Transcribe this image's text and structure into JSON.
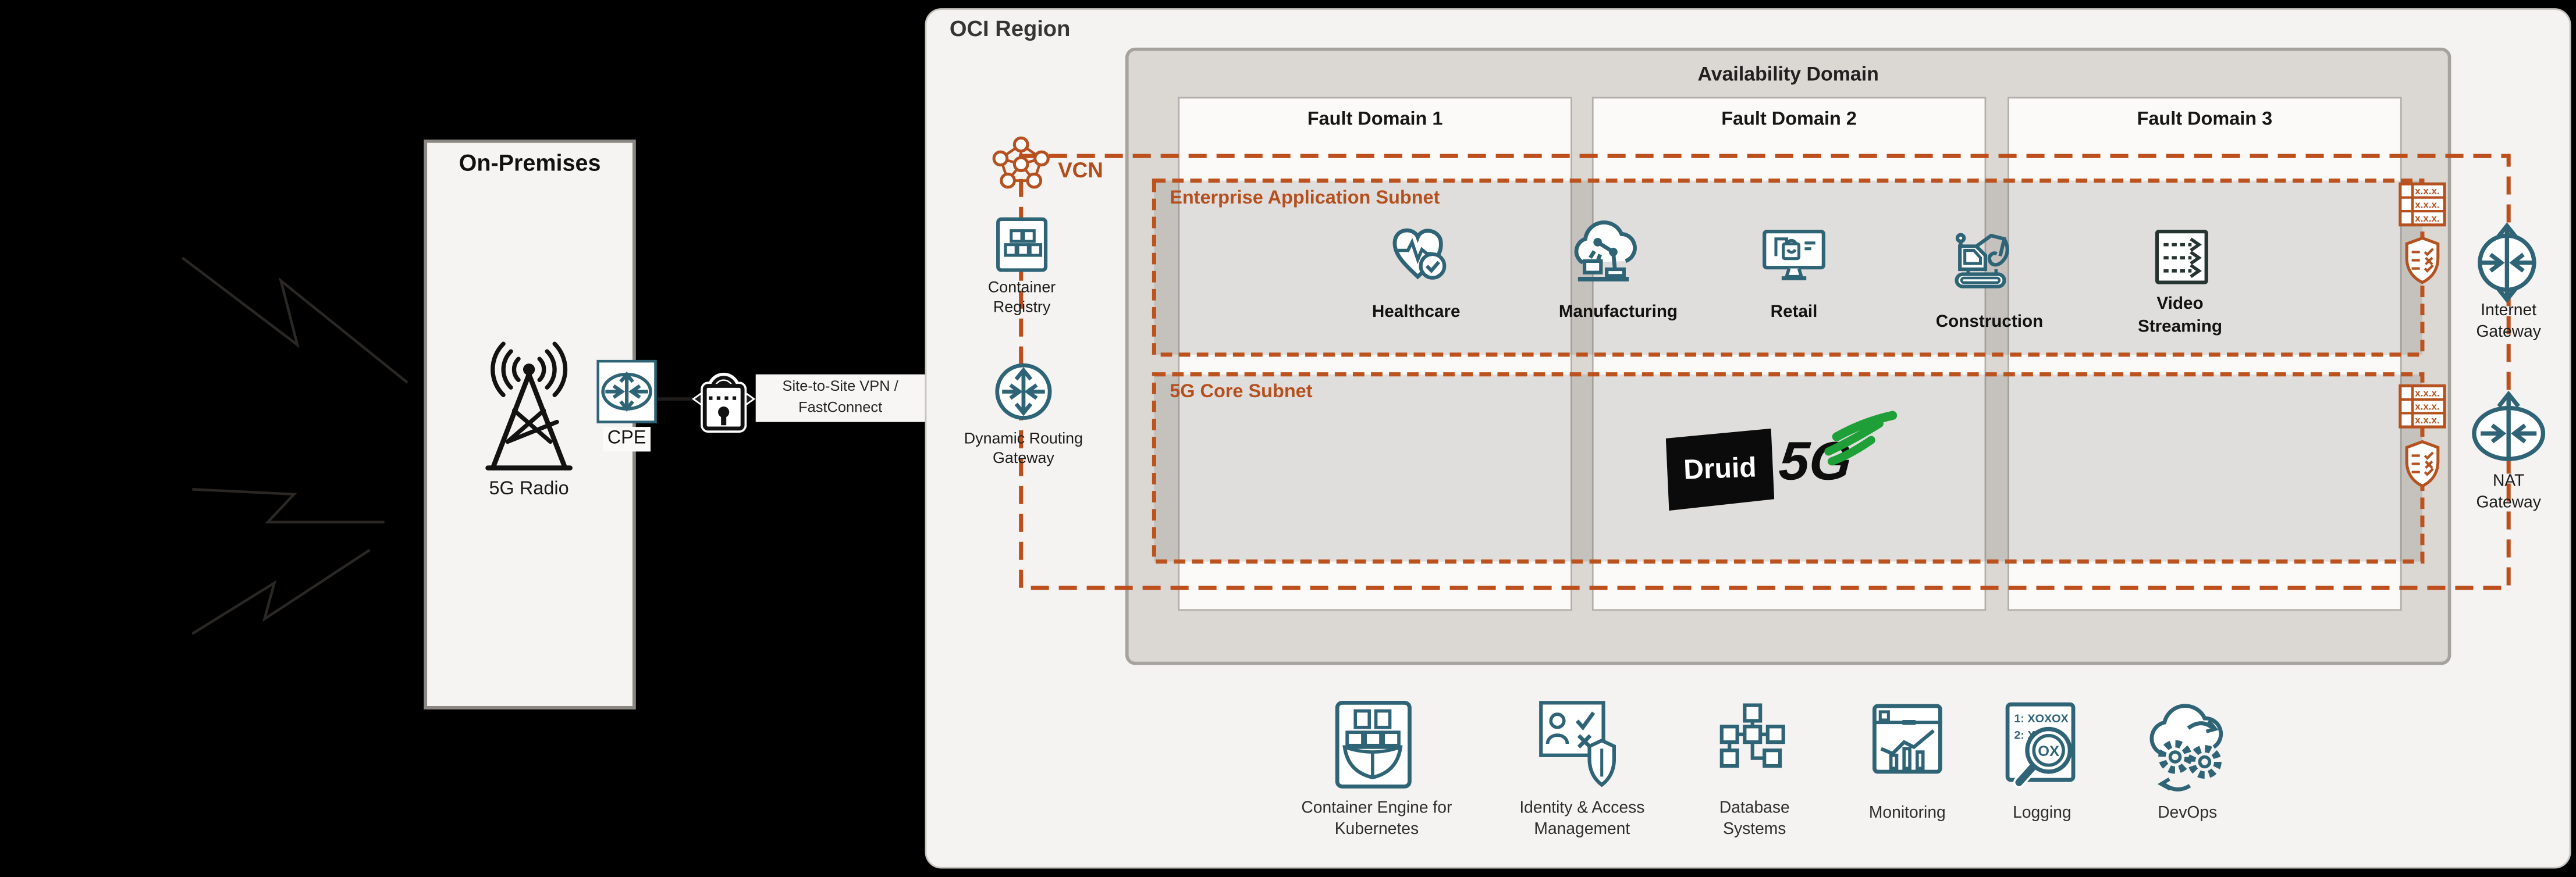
{
  "colors": {
    "orange_accent": "#B5511F",
    "teal_icon": "#2E6476",
    "druid_green": "#1E9F38",
    "background": "#000000"
  },
  "on_premises": {
    "title": "On-Premises",
    "radio_label": "5G Radio",
    "cpe_label": "CPE"
  },
  "connection": {
    "vpn_label": [
      "Site-to-Site VPN /",
      "FastConnect"
    ]
  },
  "oci_region": {
    "title": "OCI Region",
    "vcn_label": "VCN",
    "container_registry_label": [
      "Container",
      "Registry"
    ],
    "drg_label": [
      "Dynamic Routing",
      "Gateway"
    ],
    "availability_domain": {
      "title": "Availability Domain",
      "fault_domains": [
        "Fault Domain 1",
        "Fault Domain 2",
        "Fault Domain 3"
      ]
    },
    "enterprise_subnet": {
      "title": "Enterprise Application Subnet",
      "apps": [
        [
          "Healthcare"
        ],
        [
          "Manufacturing"
        ],
        [
          "Retail"
        ],
        [
          "Construction"
        ],
        [
          "Video",
          "Streaming"
        ]
      ]
    },
    "core_subnet": {
      "title": "5G Core Subnet",
      "druid_logo": {
        "brand": "Druid",
        "tech": "5G"
      }
    },
    "internet_gateway_label": [
      "Internet",
      "Gateway"
    ],
    "nat_gateway_label": [
      "NAT",
      "Gateway"
    ],
    "route_table_rows": [
      "x.x.x.",
      "x.x.x.",
      "x.x.x."
    ],
    "logging_icon_text": {
      "line1": "1: XOXOX",
      "line2": "2: XO",
      "lens": "OX"
    },
    "services": [
      {
        "label": [
          "Container Engine for",
          "Kubernetes"
        ]
      },
      {
        "label": [
          "Identity & Access",
          "Management"
        ]
      },
      {
        "label": [
          "Database",
          "Systems"
        ]
      },
      {
        "label": [
          "Monitoring"
        ]
      },
      {
        "label": [
          "Logging"
        ]
      },
      {
        "label": [
          "DevOps"
        ]
      }
    ]
  }
}
